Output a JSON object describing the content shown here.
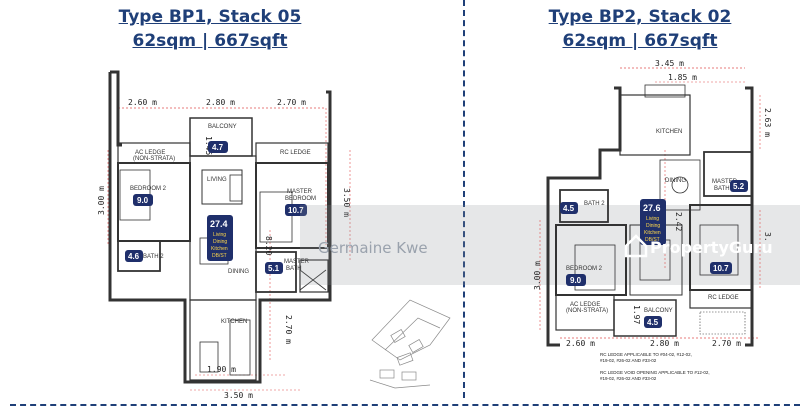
{
  "left_plan": {
    "title": "Type BP1, Stack 05",
    "size": "62sqm | 667sqft",
    "dims": {
      "top_1": "2.60 m",
      "top_2": "2.80 m",
      "top_3": "2.70 m",
      "left": "3.00 m",
      "right": "3.50 m",
      "center": "8.20",
      "kitchen": "2.70 m",
      "bottom_1": "1.90 m",
      "bottom_2": "3.50 m",
      "balcony": "1.45"
    },
    "rooms": {
      "ac_ledge": "AC LEDGE",
      "non_strata": "(NON-STRATA)",
      "balcony": "BALCONY",
      "rc_ledge": "RC LEDGE",
      "bedroom2": "BEDROOM 2",
      "living": "LIVING",
      "master_bedroom": "MASTER",
      "master_bedroom2": "BEDROOM",
      "bath2": "BATH 2",
      "dining": "DINING",
      "master_bath": "MASTER",
      "master_bath2": "BATH",
      "kitchen": "KITCHEN"
    },
    "areas": {
      "balcony": "4.7",
      "bedroom2": "9.0",
      "master_bedroom": "10.7",
      "bath2": "4.6",
      "master_bath": "5.1"
    },
    "highlight": {
      "value": "27.4",
      "l1": "Living",
      "l2": "Dining",
      "l3": "Kitchen",
      "l4": "DB/ST"
    }
  },
  "right_plan": {
    "title": "Type BP2, Stack 02",
    "size": "62sqm | 667sqft",
    "dims": {
      "top_total": "3.45 m",
      "top_sub": "1.85 m",
      "right_top": "2.63 m",
      "left": "3.00 m",
      "right": "3.",
      "center": "2.42",
      "bottom_1": "2.60 m",
      "bottom_2": "2.80 m",
      "bottom_3": "2.70 m",
      "balcony": "1.97"
    },
    "rooms": {
      "kitchen": "KITCHEN",
      "dining": "DINING",
      "master_bath": "MASTER",
      "master_bath2": "BATH",
      "bath2": "BATH 2",
      "bedroom2": "BEDROOM 2",
      "ac_ledge": "AC LEDGE",
      "non_strata": "(NON-STRATA)",
      "balcony": "BALCONY",
      "rc_ledge": "RC LEDGE"
    },
    "areas": {
      "master_bath": "5.2",
      "bath2": "4.5",
      "bedroom2": "9.0",
      "bedroom": "10.7",
      "balcony": "4.5"
    },
    "highlight": {
      "value": "27.6",
      "l1": "Living",
      "l2": "Dining",
      "l3": "Kitchen",
      "l4": "DB/ST"
    },
    "notes": {
      "n1": "RC LEDGE APPLICABLE TO #04-02, #12-02,",
      "n2": "#19-02, #26-02 AND #33-02",
      "n3": "RC LEDGE VOID OPENING APPLICABLE TO #12-02,",
      "n4": "#19-02, #26-02 AND #33-02"
    }
  },
  "watermarks": {
    "left": "Germaine Kwe",
    "right": "PropertyGuru"
  }
}
